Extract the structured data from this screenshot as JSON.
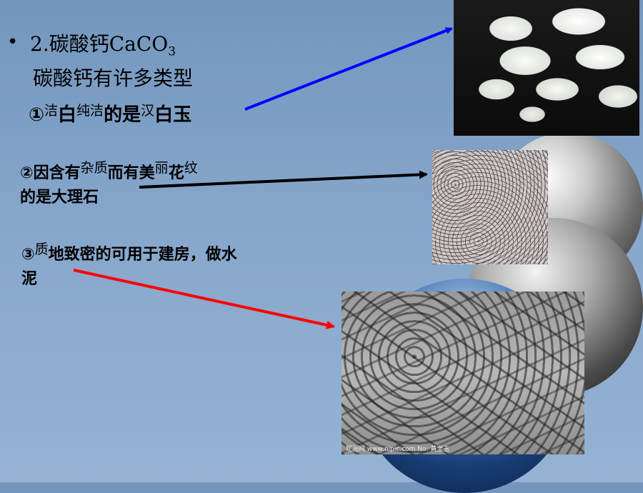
{
  "slide": {
    "bullet": "•",
    "heading": {
      "prefix": "2.碳酸钙CaCO",
      "subscript": "3",
      "subtitle": "碳酸钙有许多类型"
    },
    "items": [
      {
        "segments": [
          {
            "text": "①",
            "style": "big"
          },
          {
            "text": "洁",
            "style": "sup"
          },
          {
            "text": "白",
            "style": "big"
          },
          {
            "text": "纯洁",
            "style": "sup"
          },
          {
            "text": "的是",
            "style": "big"
          },
          {
            "text": "汉",
            "style": "sup"
          },
          {
            "text": "白玉",
            "style": "big"
          }
        ]
      },
      {
        "line1": [
          {
            "text": "②因含有",
            "style": "big"
          },
          {
            "text": "杂质",
            "style": "sup"
          },
          {
            "text": "而有美",
            "style": "big"
          },
          {
            "text": "丽",
            "style": "sup"
          },
          {
            "text": "花",
            "style": "big"
          },
          {
            "text": "纹",
            "style": "sup"
          }
        ],
        "line2": "的是大理石"
      },
      {
        "line1": [
          {
            "text": "③",
            "style": "big"
          },
          {
            "text": "质",
            "style": "sup"
          },
          {
            "text": "地致密的可用于建房，做水",
            "style": "big"
          }
        ],
        "line2": "泥"
      }
    ],
    "photos": {
      "bricks_watermark": "昵图网 www.nipic.com  No: 黄宝玉"
    },
    "colors": {
      "arrow_1": "#0000ff",
      "arrow_2": "#000000",
      "arrow_3": "#ff0000",
      "background": "#86a6cb"
    }
  }
}
